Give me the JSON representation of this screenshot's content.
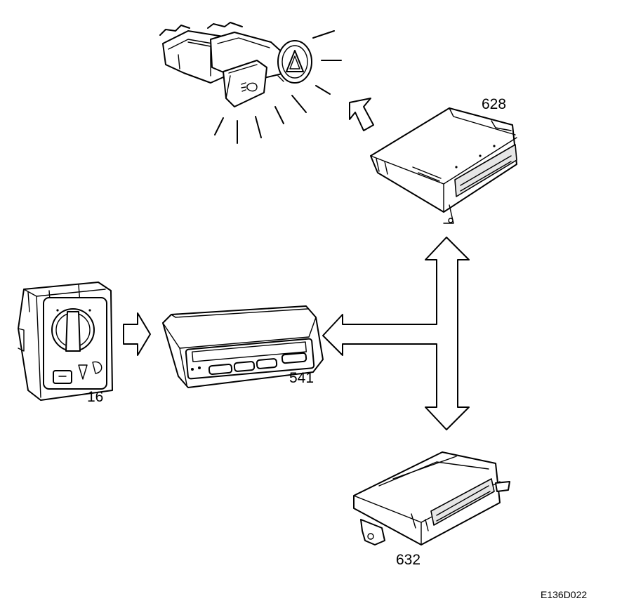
{
  "diagram": {
    "components": [
      {
        "id": "switch-panel",
        "label": ""
      },
      {
        "id": "light-switch",
        "label": "16"
      },
      {
        "id": "display-unit",
        "label": "541"
      },
      {
        "id": "control-module-a",
        "label": "628"
      },
      {
        "id": "control-module-b",
        "label": "632"
      }
    ],
    "figure_code": "E136D022",
    "arrows": [
      {
        "from": "light-switch",
        "to": "display-unit",
        "style": "hollow-right"
      },
      {
        "from": "bus",
        "to": "display-unit",
        "style": "hollow-left"
      },
      {
        "from": "control-module-a",
        "to": "control-module-b",
        "style": "hollow-double-vertical"
      },
      {
        "from": "control-module-a",
        "to": "switch-panel",
        "style": "hollow-diagonal"
      }
    ]
  }
}
